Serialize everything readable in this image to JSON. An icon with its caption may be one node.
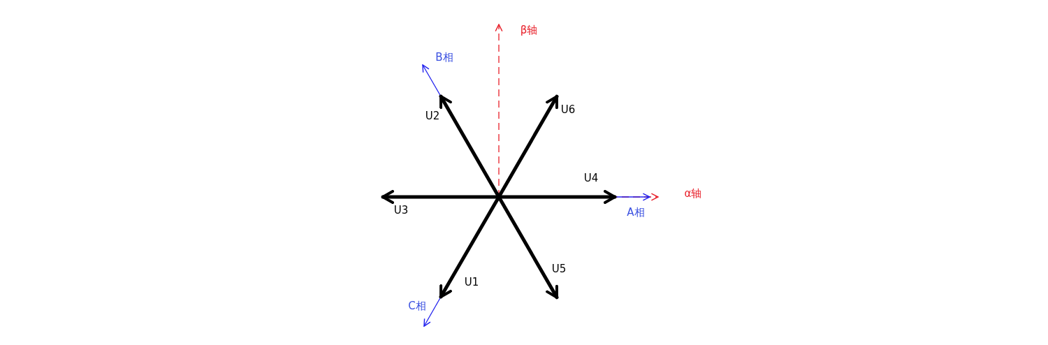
{
  "diagram": {
    "nodes": [
      {
        "text": [
          "B相"
        ]
      },
      {
        "text": [],
        "shape": "point"
      },
      {
        "text": [
          "A相"
        ]
      },
      {
        "text": [
          "C相"
        ]
      }
    ],
    "edges": [
      {
        "from": 1,
        "to": 2,
        "arrow": "to",
        "label": "U4"
      },
      {
        "from": 1,
        "to": null,
        "arrow": "to",
        "label": "U6"
      },
      {
        "from": 1,
        "to": 0,
        "arrow": "to",
        "label": "U2"
      },
      {
        "from": 1,
        "to": null,
        "arrow": "to",
        "label": "U3"
      },
      {
        "from": 1,
        "to": 3,
        "arrow": "to",
        "label": "U1"
      },
      {
        "from": 1,
        "to": null,
        "arrow": "to",
        "label": "U5"
      }
    ],
    "labels": [
      "β轴",
      "α轴"
    ]
  }
}
